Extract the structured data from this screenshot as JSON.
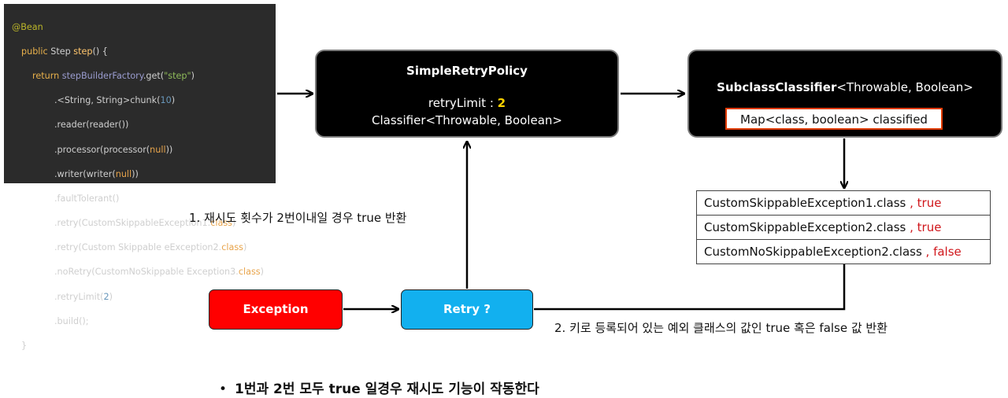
{
  "code": {
    "annotation": "@Bean",
    "l2_kw": "public",
    "l2_type": " Step ",
    "l2_fn": "step",
    "l2_rest": "() {",
    "l3_kw": "return",
    "l3_obj": " stepBuilderFactory",
    "l3_mid": ".get(",
    "l3_str": "\"step\"",
    "l3_end": ")",
    "l4_pre": ".<String, String>chunk(",
    "l4_num": "10",
    "l4_end": ")",
    "l5": ".reader(reader())",
    "l6_pre": ".processor(processor(",
    "l6_null": "null",
    "l6_end": "))",
    "l7_pre": ".writer(writer(",
    "l7_null": "null",
    "l7_end": "))",
    "l8": ".faultTolerant()",
    "l9_pre": ".retry(CustomSkippableException1.",
    "l9_cls": "class",
    "l9_end": ")",
    "l10_pre": ".retry(Custom Skippable eException2.",
    "l10_cls": "class",
    "l10_end": ")",
    "l11_pre": ".noRetry(CustomNoSkippable Exception3.",
    "l11_cls": "class",
    "l11_end": ")",
    "l12_pre": ".retryLimit(",
    "l12_num": "2",
    "l12_end": ")",
    "l13": ".build();",
    "l14": "}"
  },
  "retry_policy": {
    "title": "SimpleRetryPolicy",
    "limit_label": "retryLimit : ",
    "limit_value": "2",
    "classifier": "Classifier<Throwable, Boolean>"
  },
  "subclass_classifier": {
    "title_bold": "SubclassClassifier",
    "title_rest": "<Throwable, Boolean>",
    "map": "Map<class, boolean> classified"
  },
  "rows": [
    {
      "name": "CustomSkippableException1.class",
      "value": " , true"
    },
    {
      "name": "CustomSkippableException2.class",
      "value": " , true"
    },
    {
      "name": "CustomNoSkippableException2.class",
      "value": " , false"
    }
  ],
  "exception_label": "Exception",
  "retry_label": "Retry ?",
  "note1": "1. 재시도 횟수가 2번이내일 경우 true 반환",
  "note2": "2. 키로 등록되어 있는 예외 클래스의 값인 true 혹은 false 값 반환",
  "bullet_mark": "•",
  "bullet_text": "1번과 2번 모두 true 일경우 재시도 기능이 작동한다"
}
